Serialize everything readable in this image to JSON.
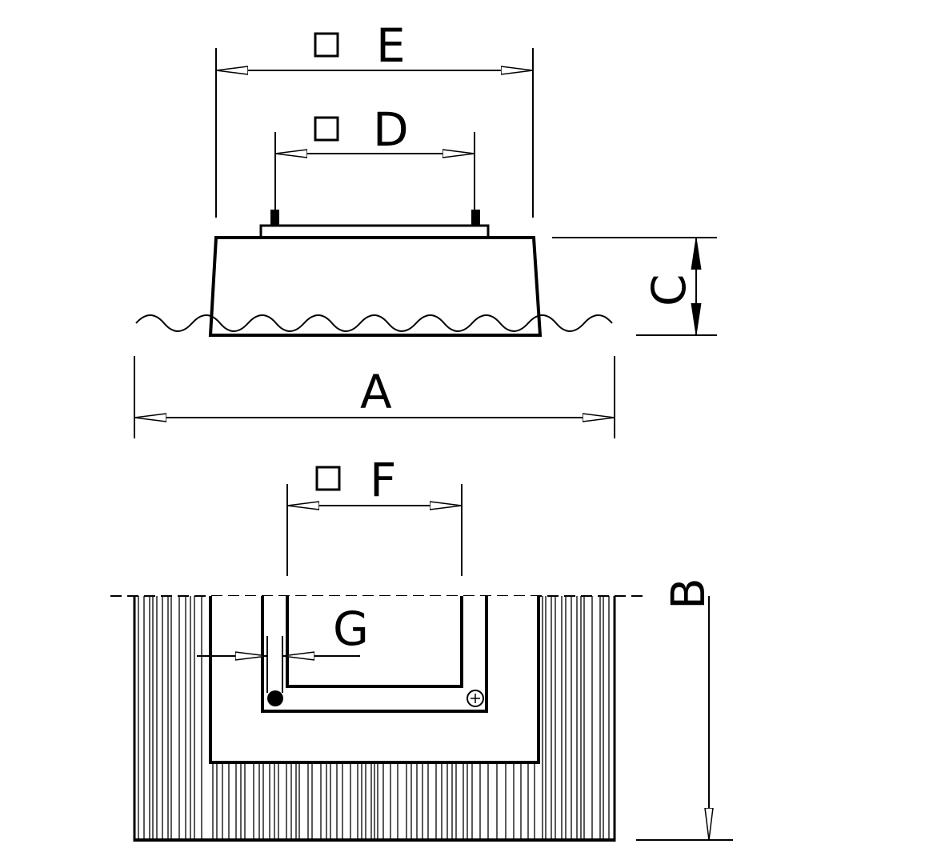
{
  "dimensions": {
    "E": {
      "symbol": "□",
      "letter": "E"
    },
    "D": {
      "symbol": "□",
      "letter": "D"
    },
    "C": {
      "letter": "C"
    },
    "A": {
      "letter": "A"
    },
    "F": {
      "symbol": "□",
      "letter": "F"
    },
    "G": {
      "letter": "G"
    },
    "B": {
      "letter": "B"
    }
  },
  "colors": {
    "ink": "#000000",
    "paper": "#ffffff"
  }
}
